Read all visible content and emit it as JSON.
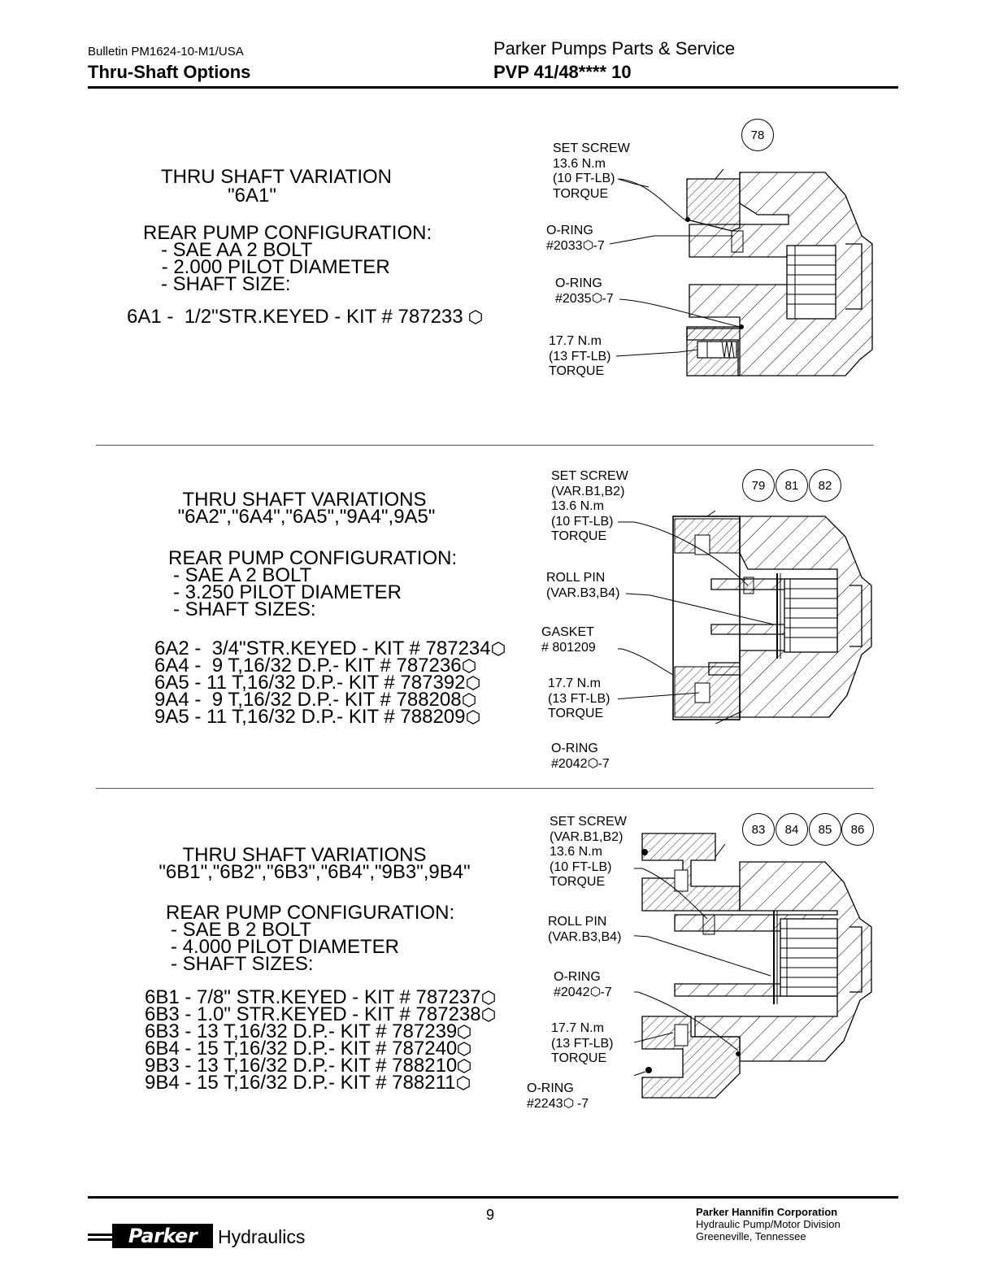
{
  "header": {
    "bulletin": "Bulletin  PM1624-10-M1/USA",
    "section_title": "Thru-Shaft Options",
    "doc_title": "Parker Pumps Parts & Service",
    "model": "PVP 41/48**** 10"
  },
  "section1": {
    "title_line1": "THRU SHAFT VARIATION",
    "title_line2": "\"6A1\"",
    "config_heading": "REAR PUMP CONFIGURATION:",
    "config_items": [
      "- SAE AA 2 BOLT",
      " - 2.000 PILOT DIAMETER",
      "- SHAFT SIZE:"
    ],
    "kits": [
      "6A1 -  1/2\"STR.KEYED - KIT # 787233"
    ],
    "callouts": [
      "78"
    ],
    "labels": {
      "set_screw": [
        "SET SCREW",
        "13.6 N.m",
        "(10 FT-LB)",
        "TORQUE"
      ],
      "oring1_top": "O-RING",
      "oring1_a": "#2033",
      "oring1_b": "-7",
      "oring2_top": "O-RING",
      "oring2_a": "#2035",
      "oring2_b": "-7",
      "bolt": [
        "17.7 N.m",
        "(13 FT-LB)",
        "TORQUE"
      ]
    }
  },
  "section2": {
    "title_line1": "THRU SHAFT VARIATIONS",
    "title_line2": "\"6A2\",\"6A4\",\"6A5\",\"9A4\",9A5\"",
    "config_heading": "REAR PUMP CONFIGURATION:",
    "config_items": [
      "- SAE A 2 BOLT",
      "- 3.250 PILOT DIAMETER",
      "- SHAFT SIZES:"
    ],
    "kits": [
      "6A2 -  3/4\"STR.KEYED - KIT # 787234",
      "6A4 -  9 T,16/32 D.P.- KIT # 787236",
      "6A5 - 11 T,16/32 D.P.- KIT # 787392",
      "9A4 -  9 T,16/32 D.P.- KIT # 788208",
      "9A5 - 11 T,16/32 D.P.- KIT # 788209"
    ],
    "callouts": [
      "79",
      "81",
      "82"
    ],
    "labels": {
      "set_screw": [
        "SET SCREW",
        "(VAR.B1,B2)",
        "13.6 N.m",
        "(10 FT-LB)",
        "TORQUE"
      ],
      "roll_pin": [
        "ROLL PIN",
        "(VAR.B3,B4)"
      ],
      "gasket": [
        "GASKET",
        "# 801209"
      ],
      "bolt": [
        "17.7 N.m",
        "(13 FT-LB)",
        "TORQUE"
      ],
      "oring_top": "O-RING",
      "oring_a": "#2042",
      "oring_b": "-7"
    }
  },
  "section3": {
    "title_line1": "THRU SHAFT VARIATIONS",
    "title_line2": "\"6B1\",\"6B2\",\"6B3\",\"6B4\",\"9B3\",9B4\"",
    "config_heading": "REAR PUMP CONFIGURATION:",
    "config_items": [
      "- SAE B 2 BOLT",
      "- 4.000 PILOT DIAMETER",
      "- SHAFT SIZES:"
    ],
    "kits": [
      "6B1 - 7/8\" STR.KEYED - KIT # 787237",
      "6B3 - 1.0\" STR.KEYED - KIT # 787238",
      "6B3 - 13 T,16/32 D.P.- KIT # 787239",
      "6B4 - 15 T,16/32 D.P.- KIT # 787240",
      "9B3 - 13 T,16/32 D.P.- KIT # 788210",
      "9B4 - 15 T,16/32 D.P.- KIT # 788211"
    ],
    "callouts": [
      "83",
      "84",
      "85",
      "86"
    ],
    "labels": {
      "set_screw": [
        "SET SCREW",
        "(VAR.B1,B2)",
        "13.6 N.m",
        "(10 FT-LB)",
        "TORQUE"
      ],
      "roll_pin": [
        "ROLL PIN",
        "(VAR.B3,B4)"
      ],
      "oring1_top": "O-RING",
      "oring1_a": "#2042",
      "oring1_b": "-7",
      "bolt": [
        "17.7 N.m",
        "(13 FT-LB)",
        "TORQUE"
      ],
      "oring2_top": "O-RING",
      "oring2_a": "#2243",
      "oring2_b": " -7"
    }
  },
  "footer": {
    "page_number": "9",
    "logo_text": "Parker",
    "logo_suffix": "Hydraulics",
    "company": "Parker Hannifin Corporation",
    "division": "Hydraulic Pump/Motor Division",
    "location": "Greeneville, Tennessee"
  }
}
